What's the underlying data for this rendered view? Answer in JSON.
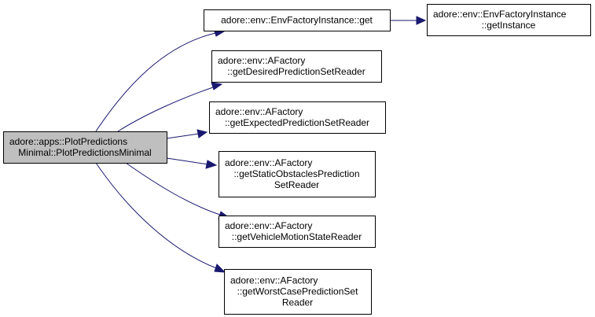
{
  "diagram": {
    "type": "call-graph",
    "colors": {
      "edge": "#191970",
      "root_fill": "#bfbfbf",
      "node_fill": "#ffffff",
      "border": "#000000"
    },
    "nodes": [
      {
        "id": "root",
        "lines": [
          "adore::apps::PlotPredictions",
          "Minimal::PlotPredictionsMinimal"
        ]
      },
      {
        "id": "getFactory",
        "lines": [
          "adore::env::EnvFactoryInstance::get"
        ]
      },
      {
        "id": "getInstance",
        "lines": [
          "adore::env::EnvFactoryInstance",
          "::getInstance"
        ]
      },
      {
        "id": "desired",
        "lines": [
          "adore::env::AFactory",
          "::getDesiredPredictionSetReader"
        ]
      },
      {
        "id": "expected",
        "lines": [
          "adore::env::AFactory",
          "::getExpectedPredictionSetReader"
        ]
      },
      {
        "id": "static",
        "lines": [
          "adore::env::AFactory",
          "::getStaticObstaclesPrediction",
          "SetReader"
        ]
      },
      {
        "id": "motion",
        "lines": [
          "adore::env::AFactory",
          "::getVehicleMotionStateReader"
        ]
      },
      {
        "id": "worst",
        "lines": [
          "adore::env::AFactory",
          "::getWorstCasePredictionSet",
          "Reader"
        ]
      }
    ],
    "edges": [
      {
        "from": "root",
        "to": "getFactory"
      },
      {
        "from": "getFactory",
        "to": "getInstance"
      },
      {
        "from": "root",
        "to": "desired"
      },
      {
        "from": "root",
        "to": "expected"
      },
      {
        "from": "root",
        "to": "static"
      },
      {
        "from": "root",
        "to": "motion"
      },
      {
        "from": "root",
        "to": "worst"
      }
    ]
  }
}
